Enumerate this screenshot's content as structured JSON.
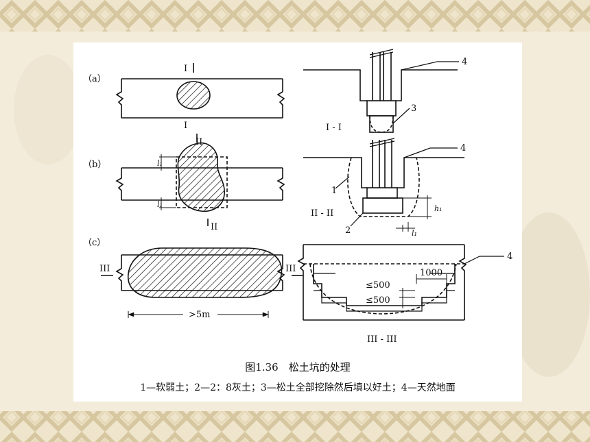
{
  "caption": {
    "title": "图1.36　松土坑的处理",
    "legend": "1—软弱土；2—2：8灰土；3—松土全部挖除然后填以好土；4—天然地面"
  },
  "panels": {
    "a": {
      "label": "（a）",
      "section_mark": "I",
      "section_title": "I - I"
    },
    "b": {
      "label": "（b）",
      "section_mark": "II",
      "section_title": "II - II",
      "dim_l": "l₁",
      "dim_h": "h₁"
    },
    "c": {
      "label": "（c）",
      "section_mark": "III",
      "section_title": "III - III",
      "width_dim": ">5m",
      "step_width": "1000",
      "step_height_1": "≤500",
      "step_height_2": "≤500"
    }
  },
  "callouts": {
    "n1": "1",
    "n2": "2",
    "n3": "3",
    "n4": "4"
  },
  "colors": {
    "background": "#f1e9d6",
    "pattern": "#d9cda8",
    "line": "#111111"
  }
}
